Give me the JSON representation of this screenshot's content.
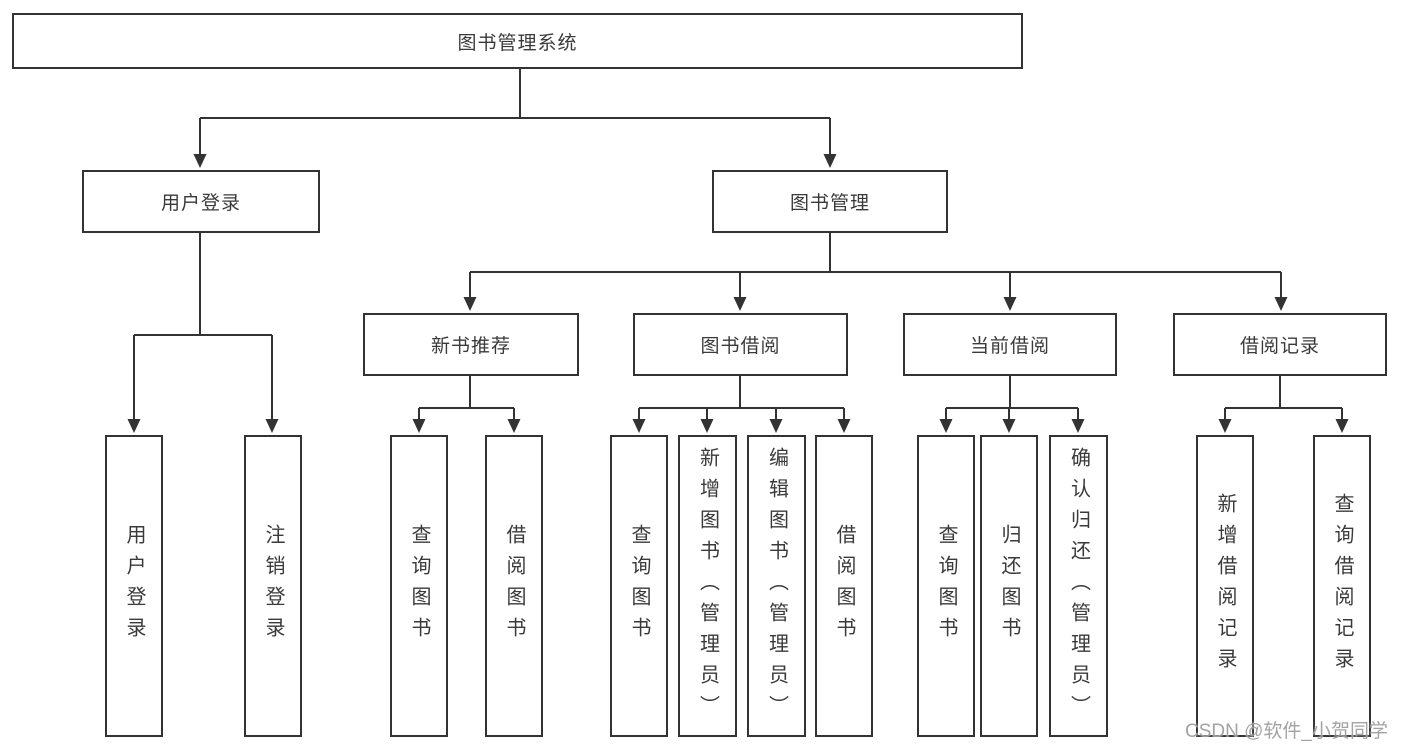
{
  "diagram": {
    "title": "图书管理系统",
    "type": "function-structure-tree",
    "colors": {
      "line": "#333333",
      "box_border": "#333333",
      "text": "#3a3a3a",
      "background": "#ffffff",
      "watermark": "#9b9b9b"
    },
    "tree": {
      "label": "图书管理系统",
      "children": [
        {
          "label": "用户登录",
          "children": [
            {
              "label": "用户登录"
            },
            {
              "label": "注销登录"
            }
          ]
        },
        {
          "label": "图书管理",
          "children": [
            {
              "label": "新书推荐",
              "children": [
                {
                  "label": "查询图书"
                },
                {
                  "label": "借阅图书"
                }
              ]
            },
            {
              "label": "图书借阅",
              "children": [
                {
                  "label": "查询图书"
                },
                {
                  "label": "新增图书（管理员）"
                },
                {
                  "label": "编辑图书（管理员）"
                },
                {
                  "label": "借阅图书"
                }
              ]
            },
            {
              "label": "当前借阅",
              "children": [
                {
                  "label": "查询图书"
                },
                {
                  "label": "归还图书"
                },
                {
                  "label": "确认归还（管理员）"
                }
              ]
            },
            {
              "label": "借阅记录",
              "children": [
                {
                  "label": "新增借阅记录"
                },
                {
                  "label": "查询借阅记录"
                }
              ]
            }
          ]
        }
      ]
    },
    "watermark": {
      "text": "CSDN @软件_小贺同学"
    }
  }
}
